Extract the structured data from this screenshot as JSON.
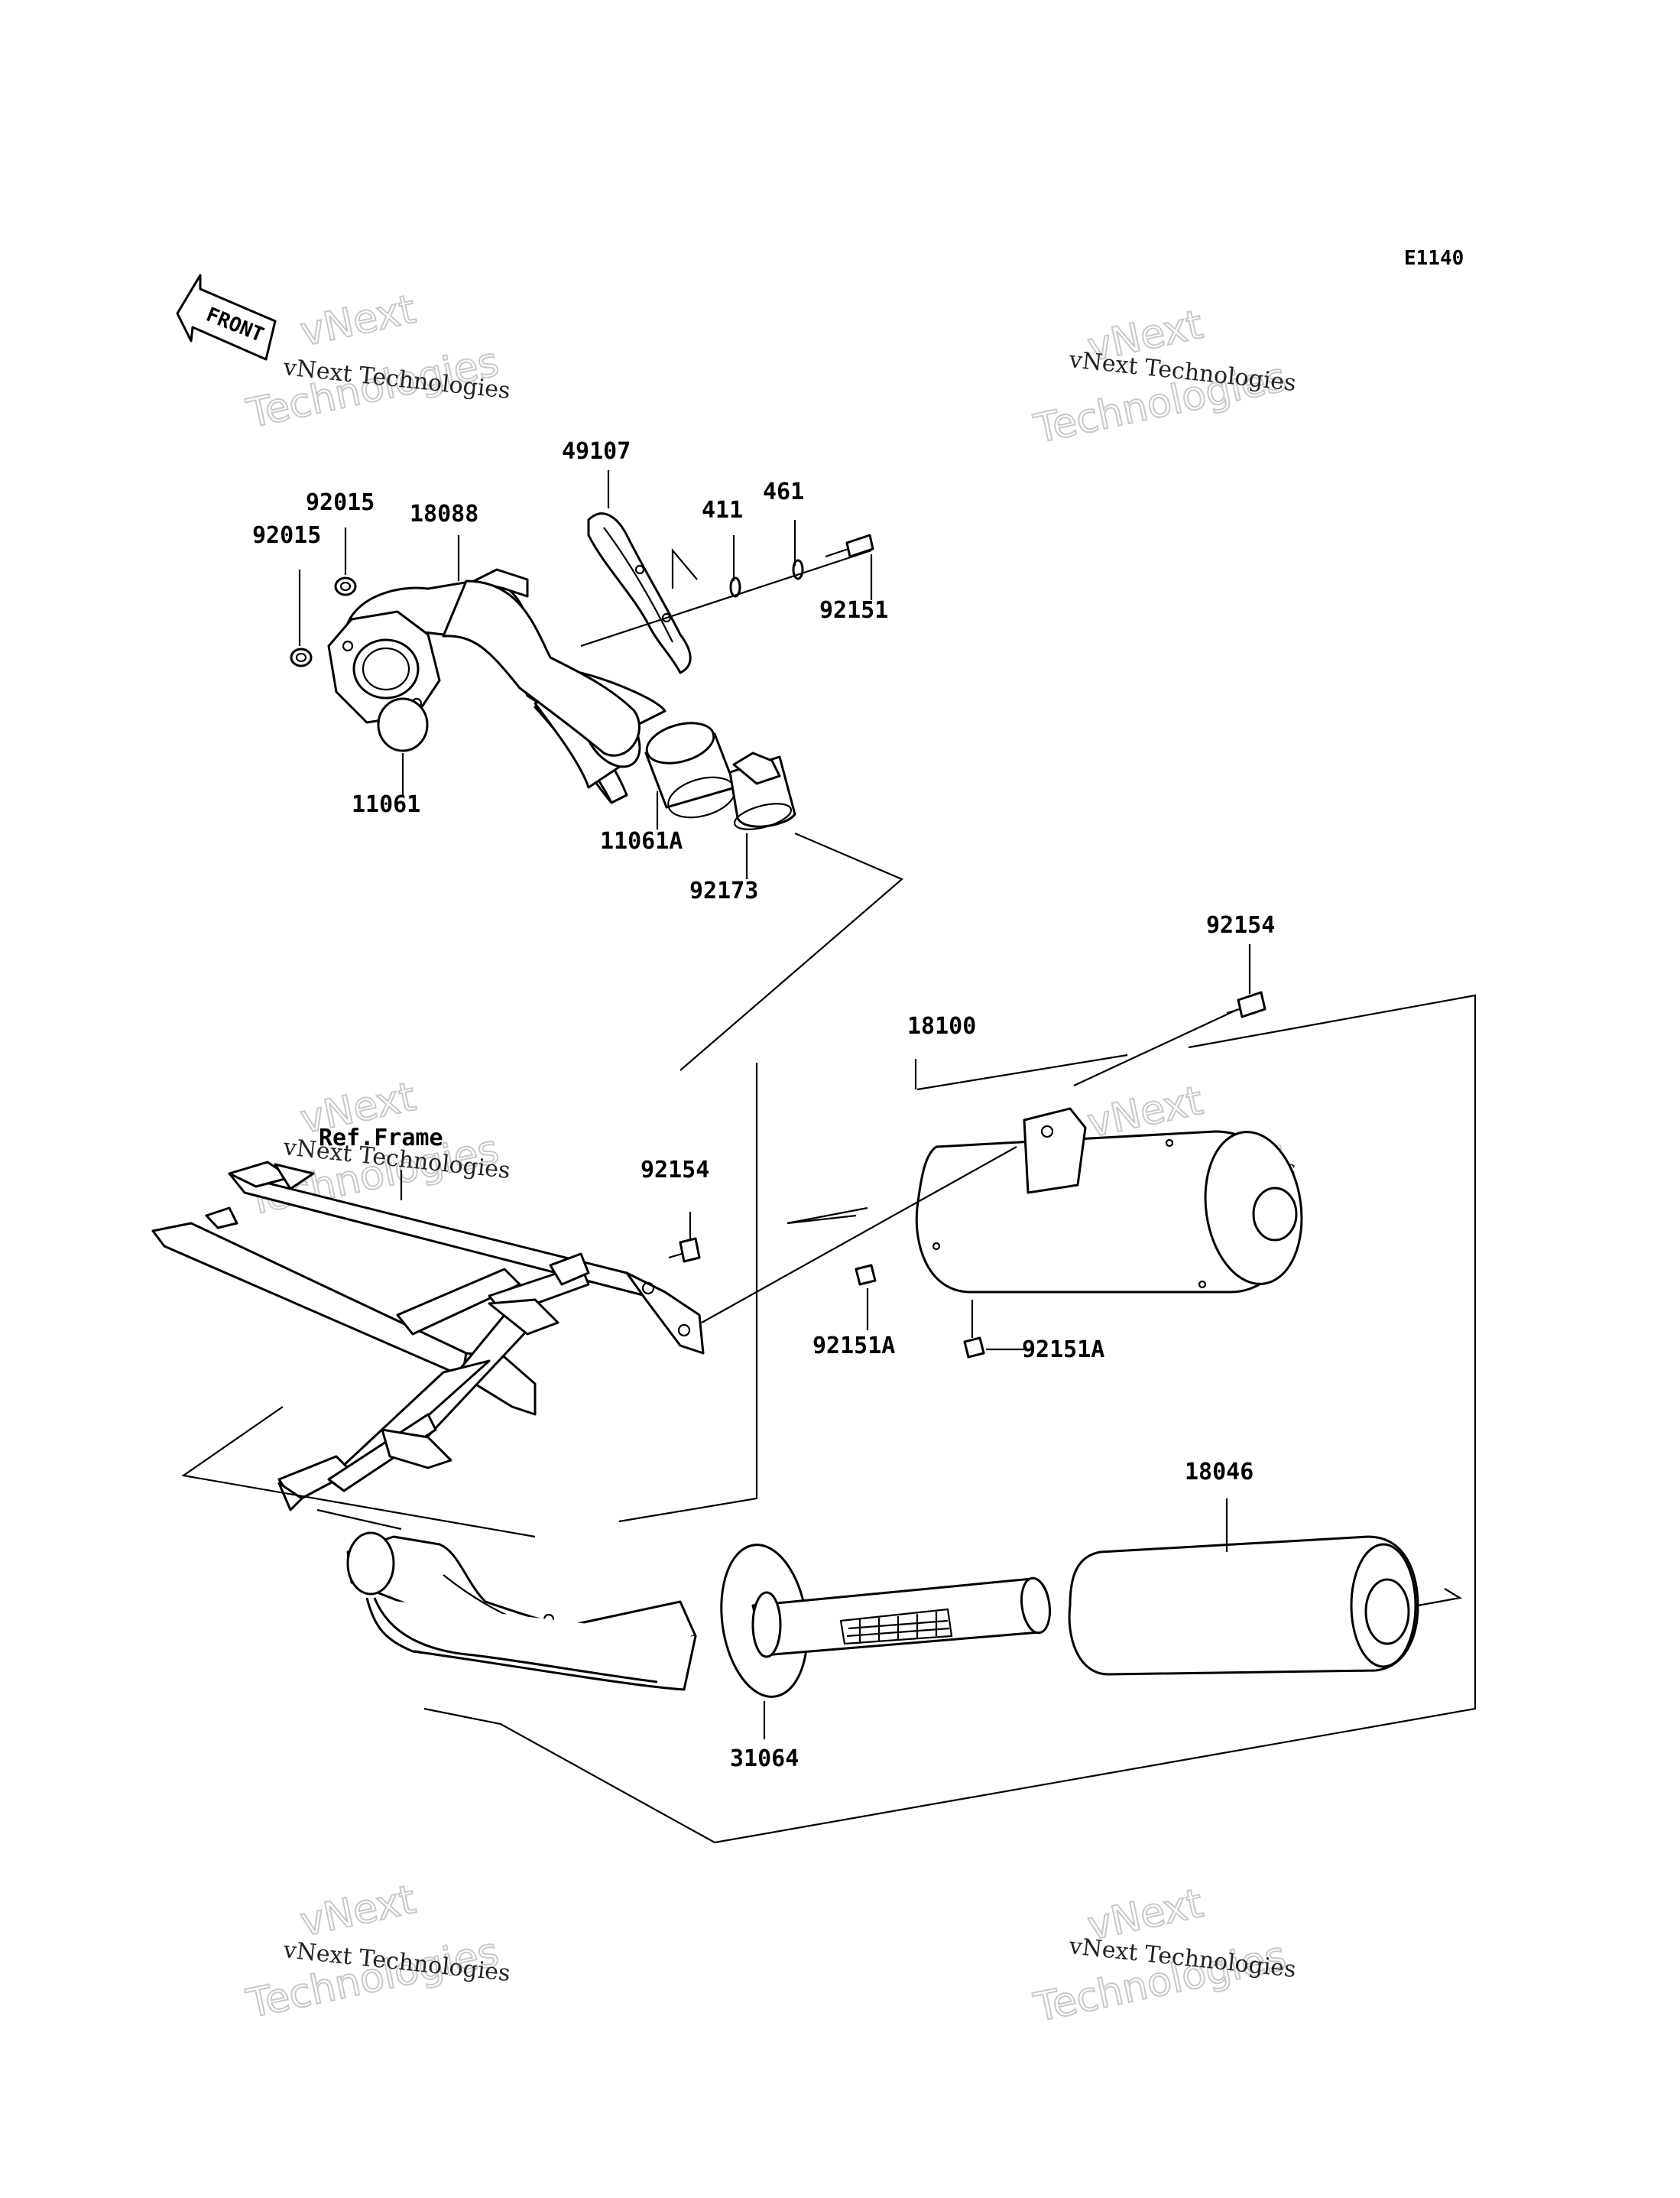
{
  "diagram_code": "E1140",
  "front_badge": "FRONT",
  "ref_frame_label": "Ref.Frame",
  "watermark": {
    "line1": "vNext",
    "line2": "vNext Technologies",
    "line3": "Technologies"
  },
  "parts": {
    "p49107": "49107",
    "p461": "461",
    "p411": "411",
    "p92015a": "92015",
    "p92015b": "92015",
    "p18088": "18088",
    "p92151": "92151",
    "p11061": "11061",
    "p11061A": "11061A",
    "p92173": "92173",
    "p92154a": "92154",
    "p18100": "18100",
    "p92154b": "92154",
    "p92151Aa": "92151A",
    "p92151Ab": "92151A",
    "p18046": "18046",
    "p31064": "31064"
  }
}
